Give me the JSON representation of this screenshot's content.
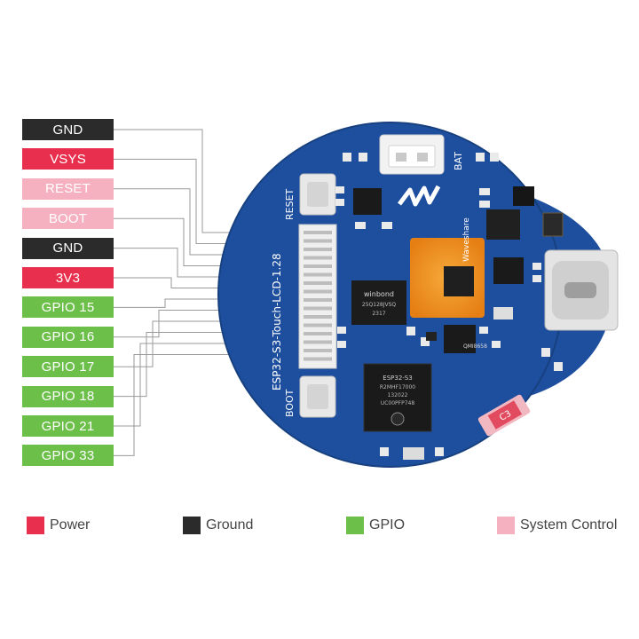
{
  "pins": [
    {
      "label": "GND",
      "type": "ground"
    },
    {
      "label": "VSYS",
      "type": "power"
    },
    {
      "label": "RESET",
      "type": "system"
    },
    {
      "label": "BOOT",
      "type": "system"
    },
    {
      "label": "GND",
      "type": "ground"
    },
    {
      "label": "3V3",
      "type": "power"
    },
    {
      "label": "GPIO 15",
      "type": "gpio"
    },
    {
      "label": "GPIO 16",
      "type": "gpio"
    },
    {
      "label": "GPIO 17",
      "type": "gpio"
    },
    {
      "label": "GPIO 18",
      "type": "gpio"
    },
    {
      "label": "GPIO 21",
      "type": "gpio"
    },
    {
      "label": "GPIO 33",
      "type": "gpio"
    }
  ],
  "legend": [
    {
      "label": "Power",
      "type": "power"
    },
    {
      "label": "Ground",
      "type": "ground"
    },
    {
      "label": "GPIO",
      "type": "gpio"
    },
    {
      "label": "System Control",
      "type": "system"
    }
  ],
  "colors": {
    "power": "#e8304e",
    "ground": "#2b2b2b",
    "gpio": "#6cc04a",
    "system": "#f6b1c0",
    "board": "#1f4fa0",
    "board_dark": "#111111",
    "wire": "#9a9a9a"
  },
  "board": {
    "silk_model": "ESP32-S3-Touch-LCD-1.28",
    "silk_reset": "RESET",
    "silk_boot": "BOOT",
    "silk_bat": "BAT",
    "silk_brand": "Waveshare",
    "silk_c3": "C3",
    "flash_chip": [
      "winbond",
      "25Q128JVSQ",
      "2317"
    ],
    "soc_chip": [
      "ESP32-S3",
      "R2MHF17000",
      "132022",
      "UC00PFP748"
    ],
    "imu_chip": "QMI8658"
  }
}
